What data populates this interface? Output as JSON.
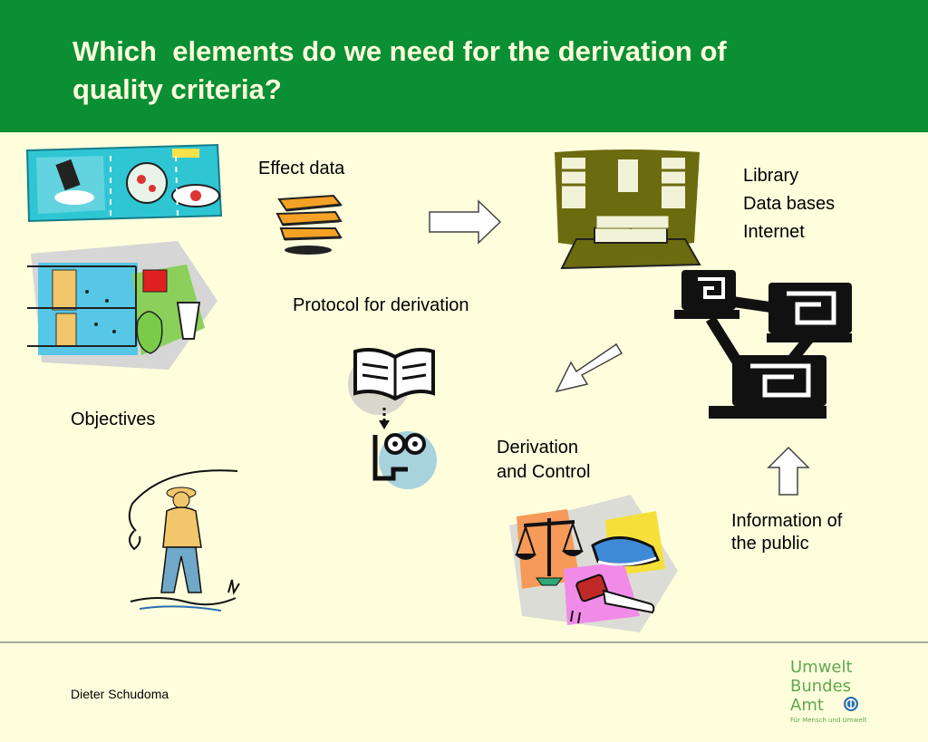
{
  "slide": {
    "title": "Which  elements do we need for the derivation of\nquality criteria?"
  },
  "labels": {
    "effect_data": "Effect data",
    "protocol": "Protocol for derivation",
    "objectives": "Objectives",
    "library_lines": [
      "Library",
      "Data bases",
      "Internet"
    ],
    "derivation_line1": "Derivation",
    "derivation_line2": "and Control",
    "info_line1": "Information of",
    "info_line2": "the public"
  },
  "footer": {
    "author": "Dieter Schudoma",
    "logo_words": [
      "Umwelt",
      "Bundes",
      "Amt"
    ],
    "logo_tagline": "Für Mensch und Umwelt"
  },
  "colors": {
    "header_green": "#0a8f34",
    "background": "#fefedd",
    "title_text": "#fefedd",
    "logo_green": "#5fa84f",
    "library_olive": "#6b6b10"
  },
  "icons": {
    "lab_clipart": "laboratory-clipart",
    "aquarium_clipart": "aquarium-test-clipart",
    "books_clipart": "stacked-books-icon",
    "library_clipart": "library-building-icon",
    "computers_clipart": "networked-computers-icon",
    "protocol_clipart": "book-to-thinker-icon",
    "fisherman_clipart": "fisherman-clipart",
    "justice_clipart": "scales-gavel-book-clipart"
  }
}
